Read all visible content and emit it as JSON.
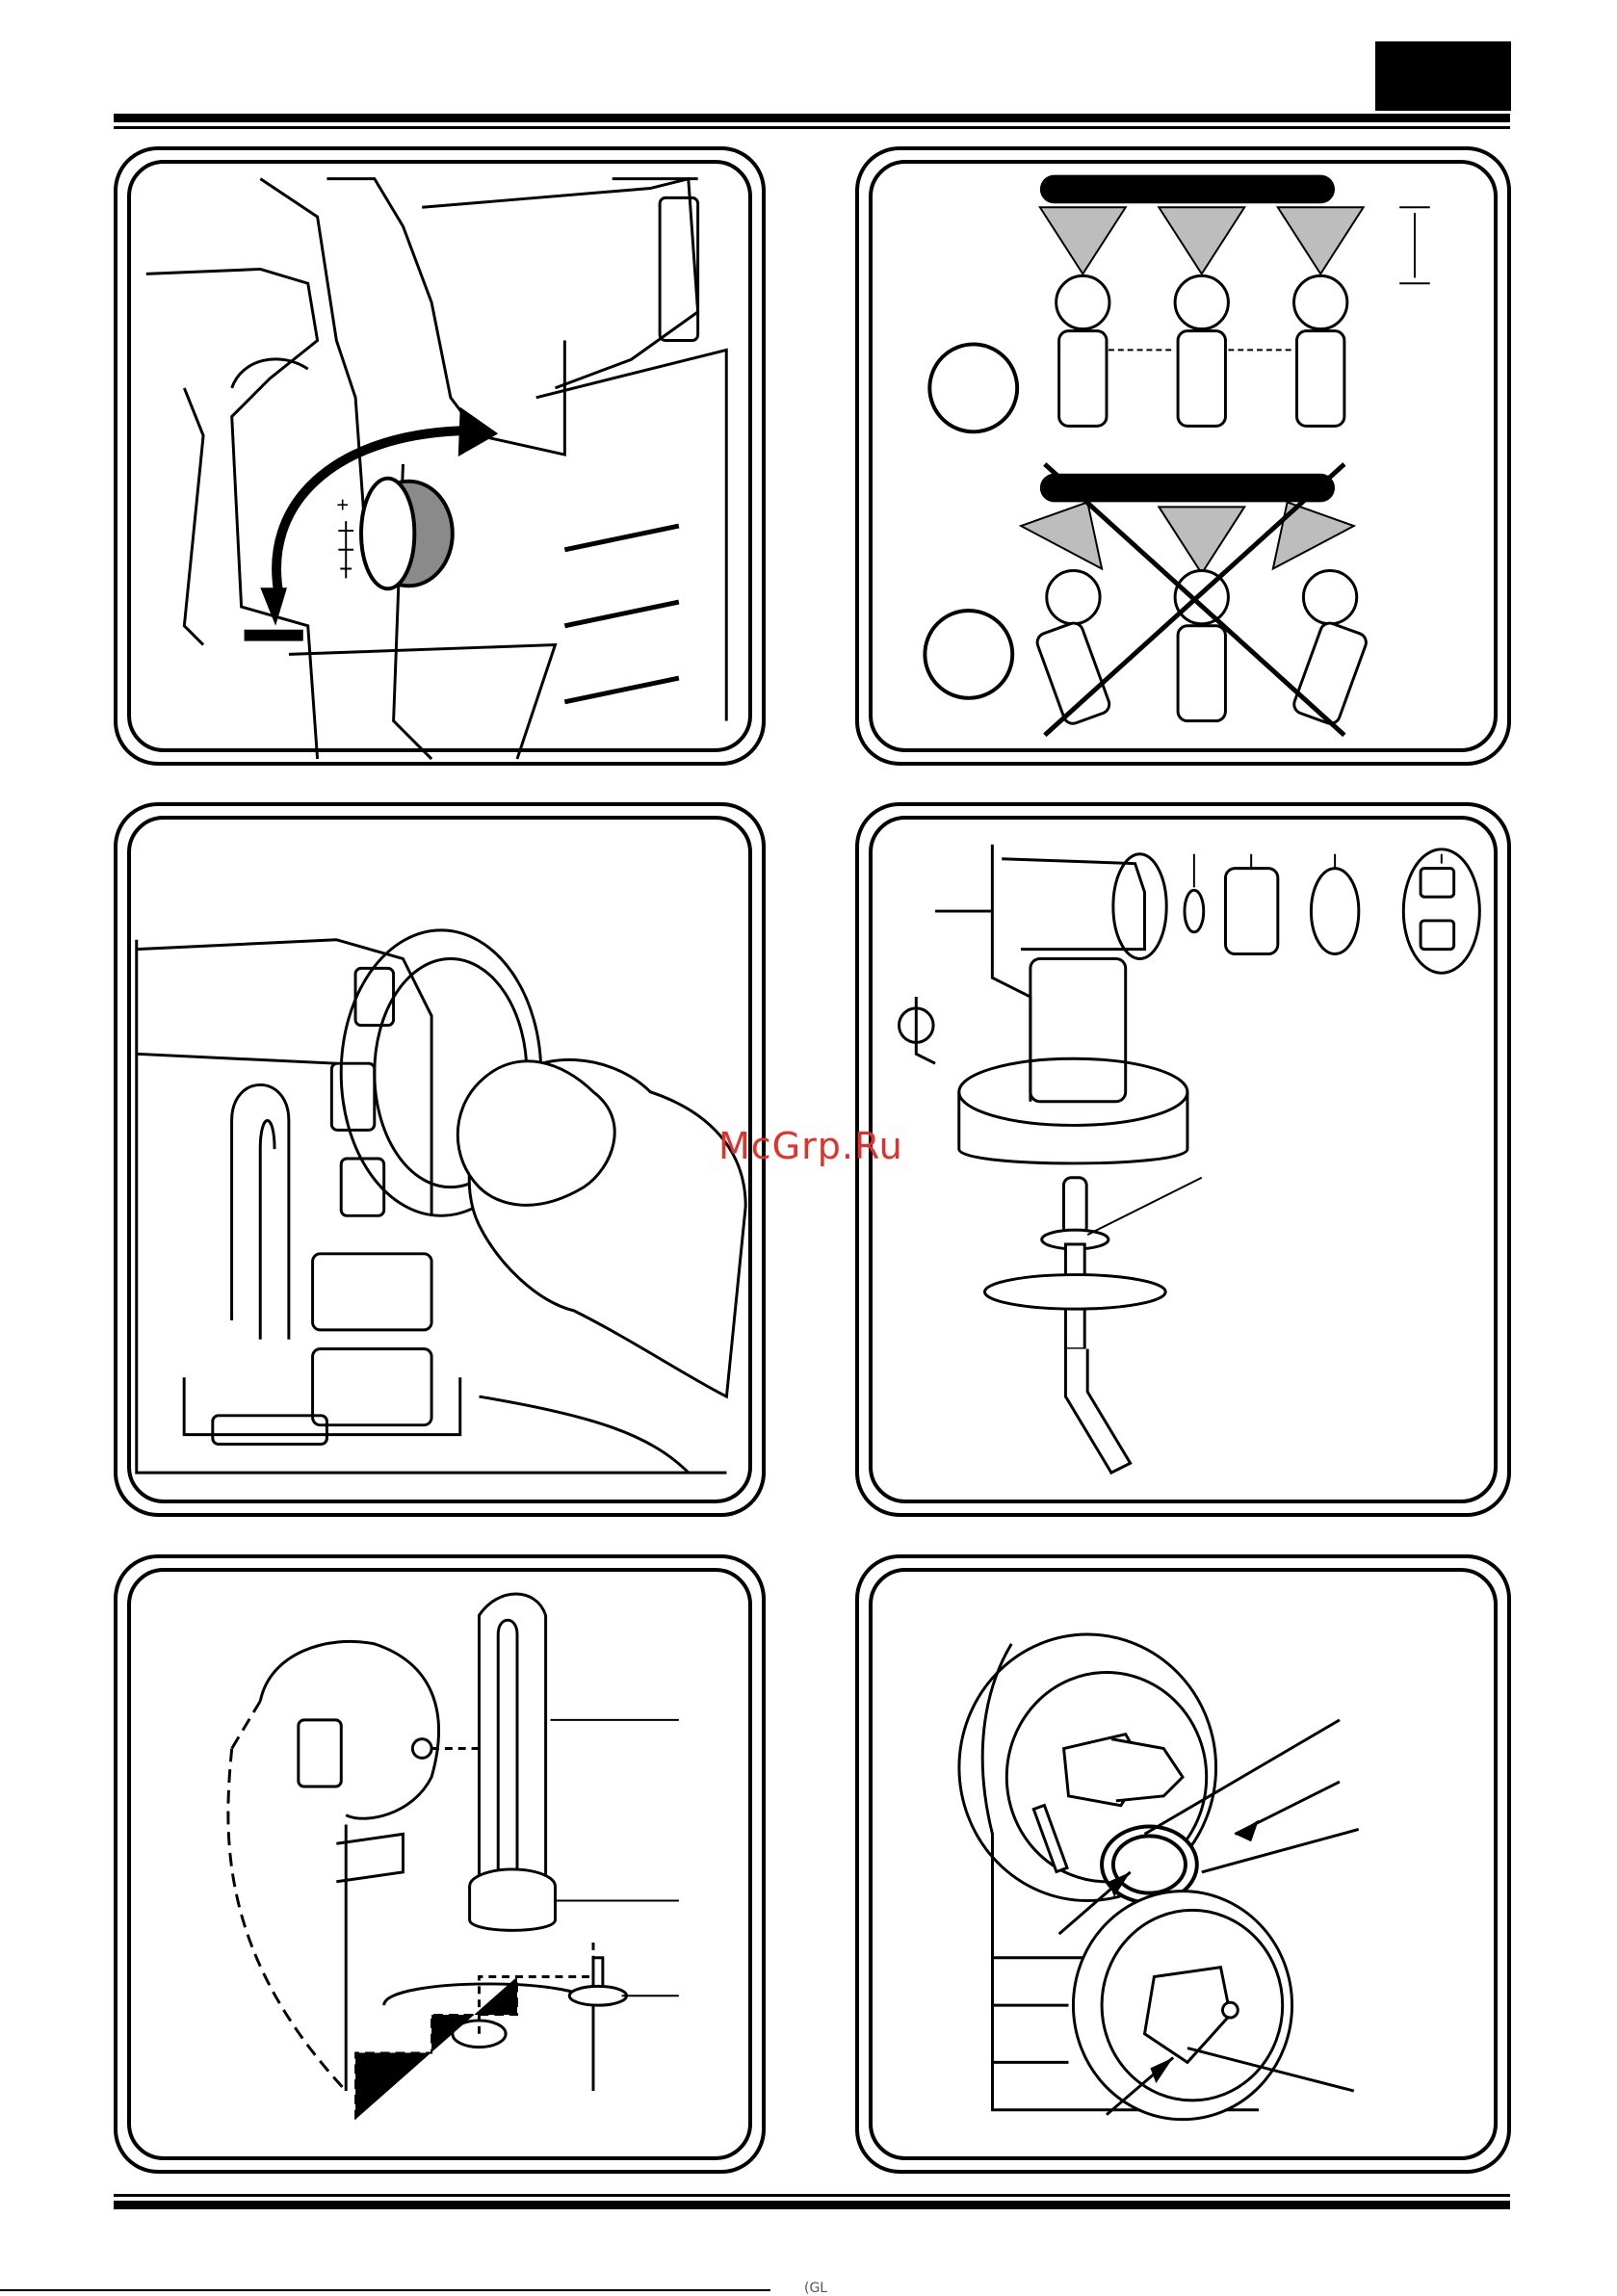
{
  "page": {
    "watermark": "McGrp.Ru",
    "footer_text": "(GL"
  },
  "panels": [
    {
      "name": "panel-dial-adjust",
      "icons": [
        "arrow-curved-icon",
        "minus-icon",
        "plus-icon"
      ]
    },
    {
      "name": "panel-spray-pattern",
      "icons": [
        "correct-circle-icon",
        "incorrect-circle-icon",
        "cross-out-icon"
      ]
    },
    {
      "name": "panel-clean-nozzle",
      "icons": [
        "hand-icon",
        "cloth-icon"
      ]
    },
    {
      "name": "panel-parts-exploded",
      "icons": [
        "spray-gun-icon",
        "nozzle-icon",
        "intake-tube-icon"
      ]
    },
    {
      "name": "panel-tube-connection",
      "icons": [
        "suction-tube-icon",
        "dashed-line-icon"
      ]
    },
    {
      "name": "panel-nozzle-assembly",
      "icons": [
        "o-ring-icon",
        "arrow-icon"
      ]
    }
  ]
}
